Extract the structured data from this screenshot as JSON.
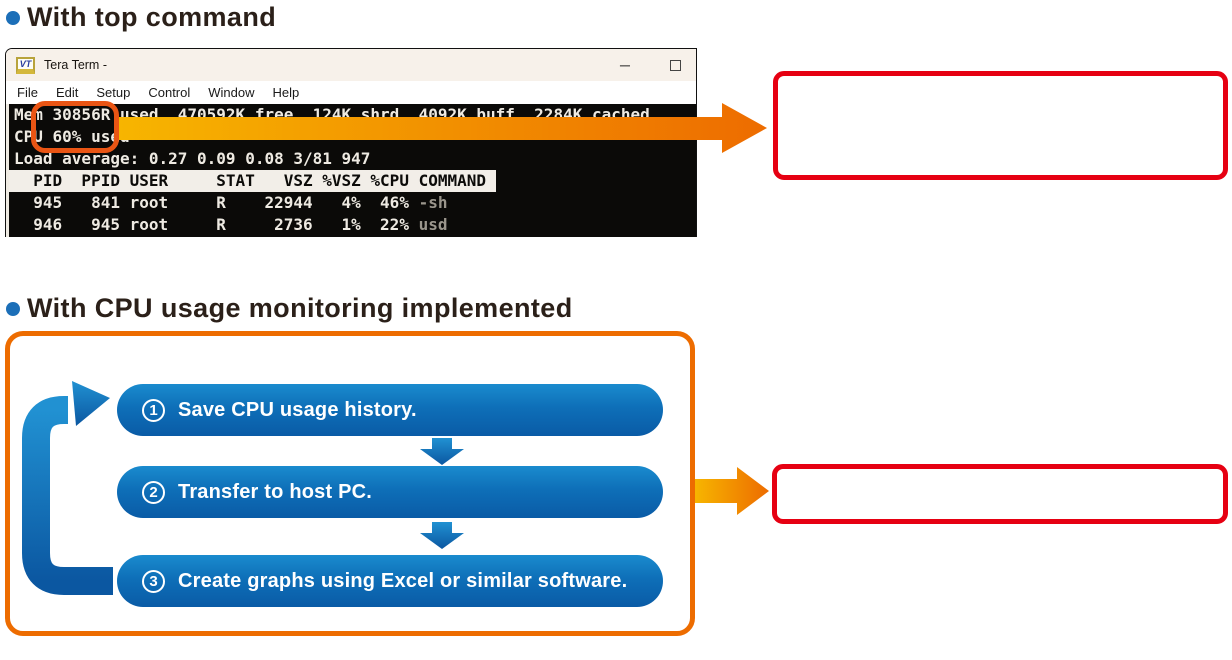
{
  "sections": {
    "top_command": {
      "title": "With top command"
    },
    "monitoring": {
      "title": "With CPU usage monitoring implemented"
    }
  },
  "terminal": {
    "window_title": "Tera Term -",
    "icon_text": "VT",
    "minimize_glyph": "─",
    "menu_items": [
      "File",
      "Edit",
      "Setup",
      "Control",
      "Window",
      "Help"
    ],
    "screen": {
      "mem_line": "Mem 30856R used  470592K free  124K shrd  4092K buff  2284K cached",
      "cpu_line": "CPU 60% used",
      "load_line": "Load average: 0.27 0.09 0.08 3/81 947",
      "header_line": "  PID  PPID USER     STAT   VSZ %VSZ %CPU COMMAND ",
      "proc_rows": [
        {
          "cols": "  945   841 root     R    22944   4%  46% ",
          "cmd": "-sh"
        },
        {
          "cols": "  946   945 root     R     2736   1%  22% ",
          "cmd": "usd"
        }
      ]
    }
  },
  "flowchart": {
    "steps": [
      {
        "number": "1",
        "label": "Save CPU usage history."
      },
      {
        "number": "2",
        "label": "Transfer to host PC."
      },
      {
        "number": "3",
        "label": "Create graphs using Excel or similar software."
      }
    ]
  },
  "callouts": {
    "border_color": "#e60012"
  },
  "colors": {
    "bullet_blue": "#1c6fb8",
    "heading_text": "#2b2019",
    "arrow_gradient_from": "#f7b500",
    "arrow_gradient_to": "#ed6c00",
    "highlight_ring": "#ea5514",
    "panel_border": "#ed6c00",
    "callout_red": "#e60012",
    "step_blue_top": "#1a8bce",
    "step_blue_bottom": "#0a5ba6",
    "terminal_bg": "#0b0a08",
    "terminal_text": "#eeeae2"
  }
}
